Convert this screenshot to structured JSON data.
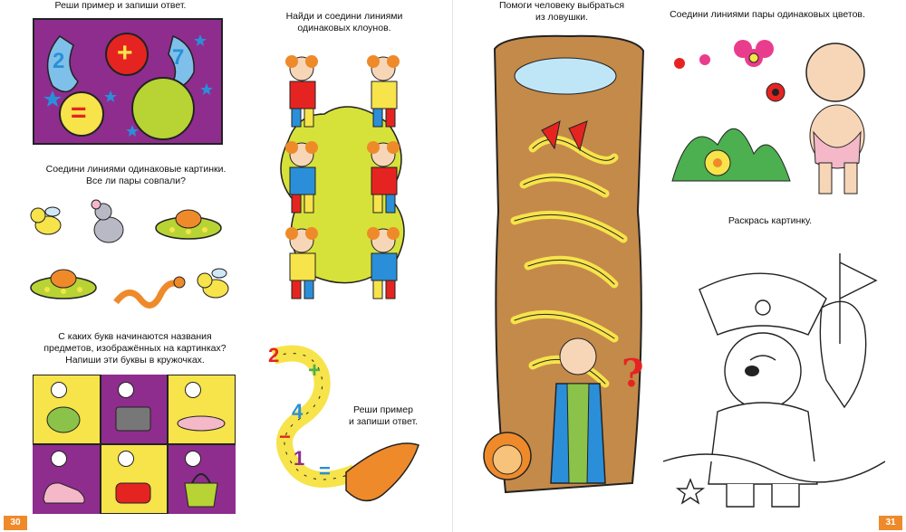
{
  "spread": {
    "left_page": {
      "page_number": "30",
      "task_math_top": "Реши пример и запиши ответ.",
      "math_symbols": [
        "2",
        "+",
        "7",
        "="
      ],
      "task_clowns": [
        "Найди и соедини линиями",
        "одинаковых клоунов."
      ],
      "task_pairs": [
        "Соедини линиями одинаковые картинки.",
        "Все ли пары совпали?"
      ],
      "task_letters": [
        "С каких букв начинаются названия",
        "предметов, изображённых на картинках?",
        "Напиши эти буквы в кружочках."
      ],
      "task_math_bottom": [
        "Реши пример",
        "и запиши ответ."
      ],
      "snake_symbols": [
        "2",
        "+",
        "4",
        "−",
        "1",
        "="
      ]
    },
    "right_page": {
      "page_number": "31",
      "task_maze": [
        "Помоги человеку выбраться",
        "из ловушки."
      ],
      "maze_question": "?",
      "task_flowers": "Соедини линиями пары одинаковых цветов.",
      "task_coloring": "Раскрась картинку."
    }
  },
  "colors": {
    "purple": "#8e2d8e",
    "yellow": "#f7e34a",
    "lime": "#b8d334",
    "orange": "#ef8a2a",
    "red": "#e52421",
    "blue": "#2a8fd8",
    "pink": "#ea3c8c"
  }
}
